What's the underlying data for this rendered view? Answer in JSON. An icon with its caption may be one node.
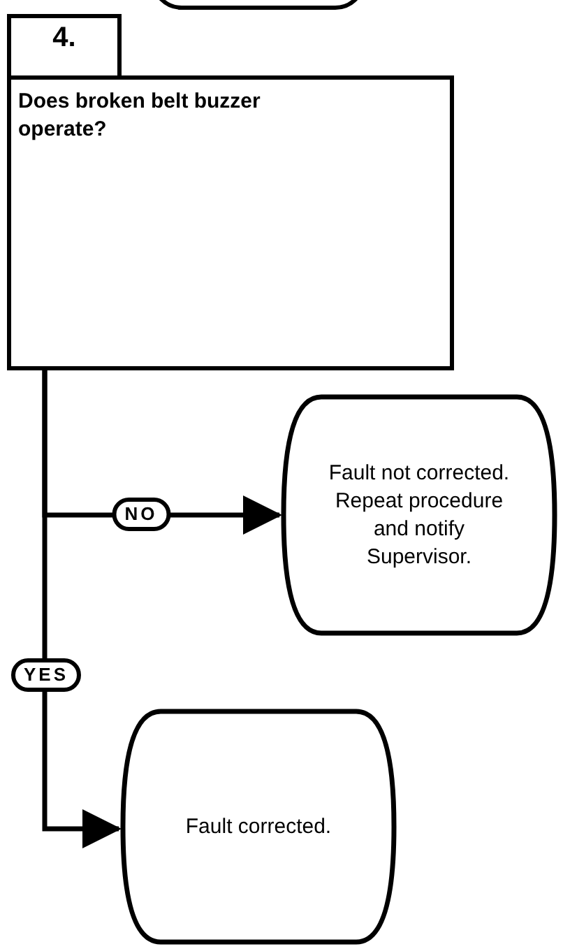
{
  "diagram": {
    "nodes": [
      {
        "text": [],
        "shape": "box"
      },
      {
        "text": [
          "4.",
          "Does broken belt buzzer operate?"
        ]
      },
      {
        "text": [
          "Fault not corrected. Repeat procedure and notify Supervisor."
        ]
      },
      {
        "text": [
          "Fault corrected."
        ]
      }
    ],
    "edges": [
      {
        "from": 1,
        "to": 2,
        "arrow": "to",
        "label": "NO"
      },
      {
        "from": 1,
        "to": 3,
        "arrow": "to",
        "label": "YES"
      }
    ]
  }
}
